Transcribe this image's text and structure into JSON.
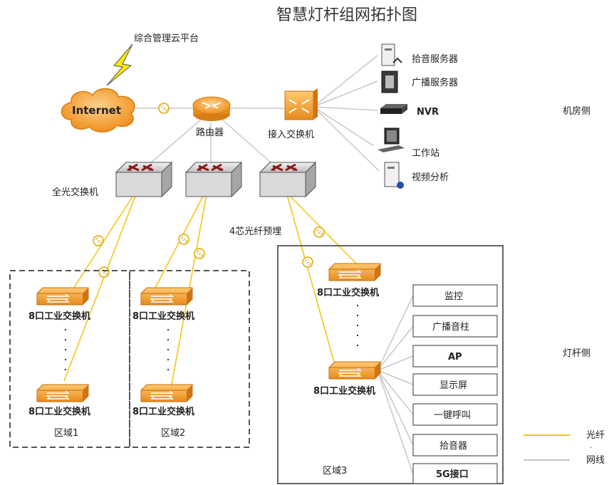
{
  "title": "智慧灯杆组网拓扑图",
  "cloud_platform": "综合管理云平台",
  "internet": "Internet",
  "router": "路由器",
  "access_switch": "接入交换机",
  "servers": [
    "拾音服务器",
    "广播服务器",
    "NVR",
    "工作站",
    "视频分析"
  ],
  "all_optical_switch": "全光交换机",
  "fiber_embed": "4芯光纤预埋",
  "industrial_switch": "8口工业交换机",
  "zones": [
    "区域1",
    "区域2",
    "区域3"
  ],
  "devices": [
    "监控",
    "广播音柱",
    "AP",
    "显示屏",
    "一键呼叫",
    "拾音器",
    "5G接口"
  ],
  "side_labels": {
    "machine_room": "机房侧",
    "pole": "灯杆侧"
  },
  "legend": {
    "fiber": "光纤",
    "network": "网线",
    "fiber_color": "#f5c518",
    "network_color": "#c8c8c8"
  },
  "colors": {
    "orange": "#f5a02a",
    "orange_dark": "#d77d12",
    "grey_switch": "#d9d9d9"
  }
}
